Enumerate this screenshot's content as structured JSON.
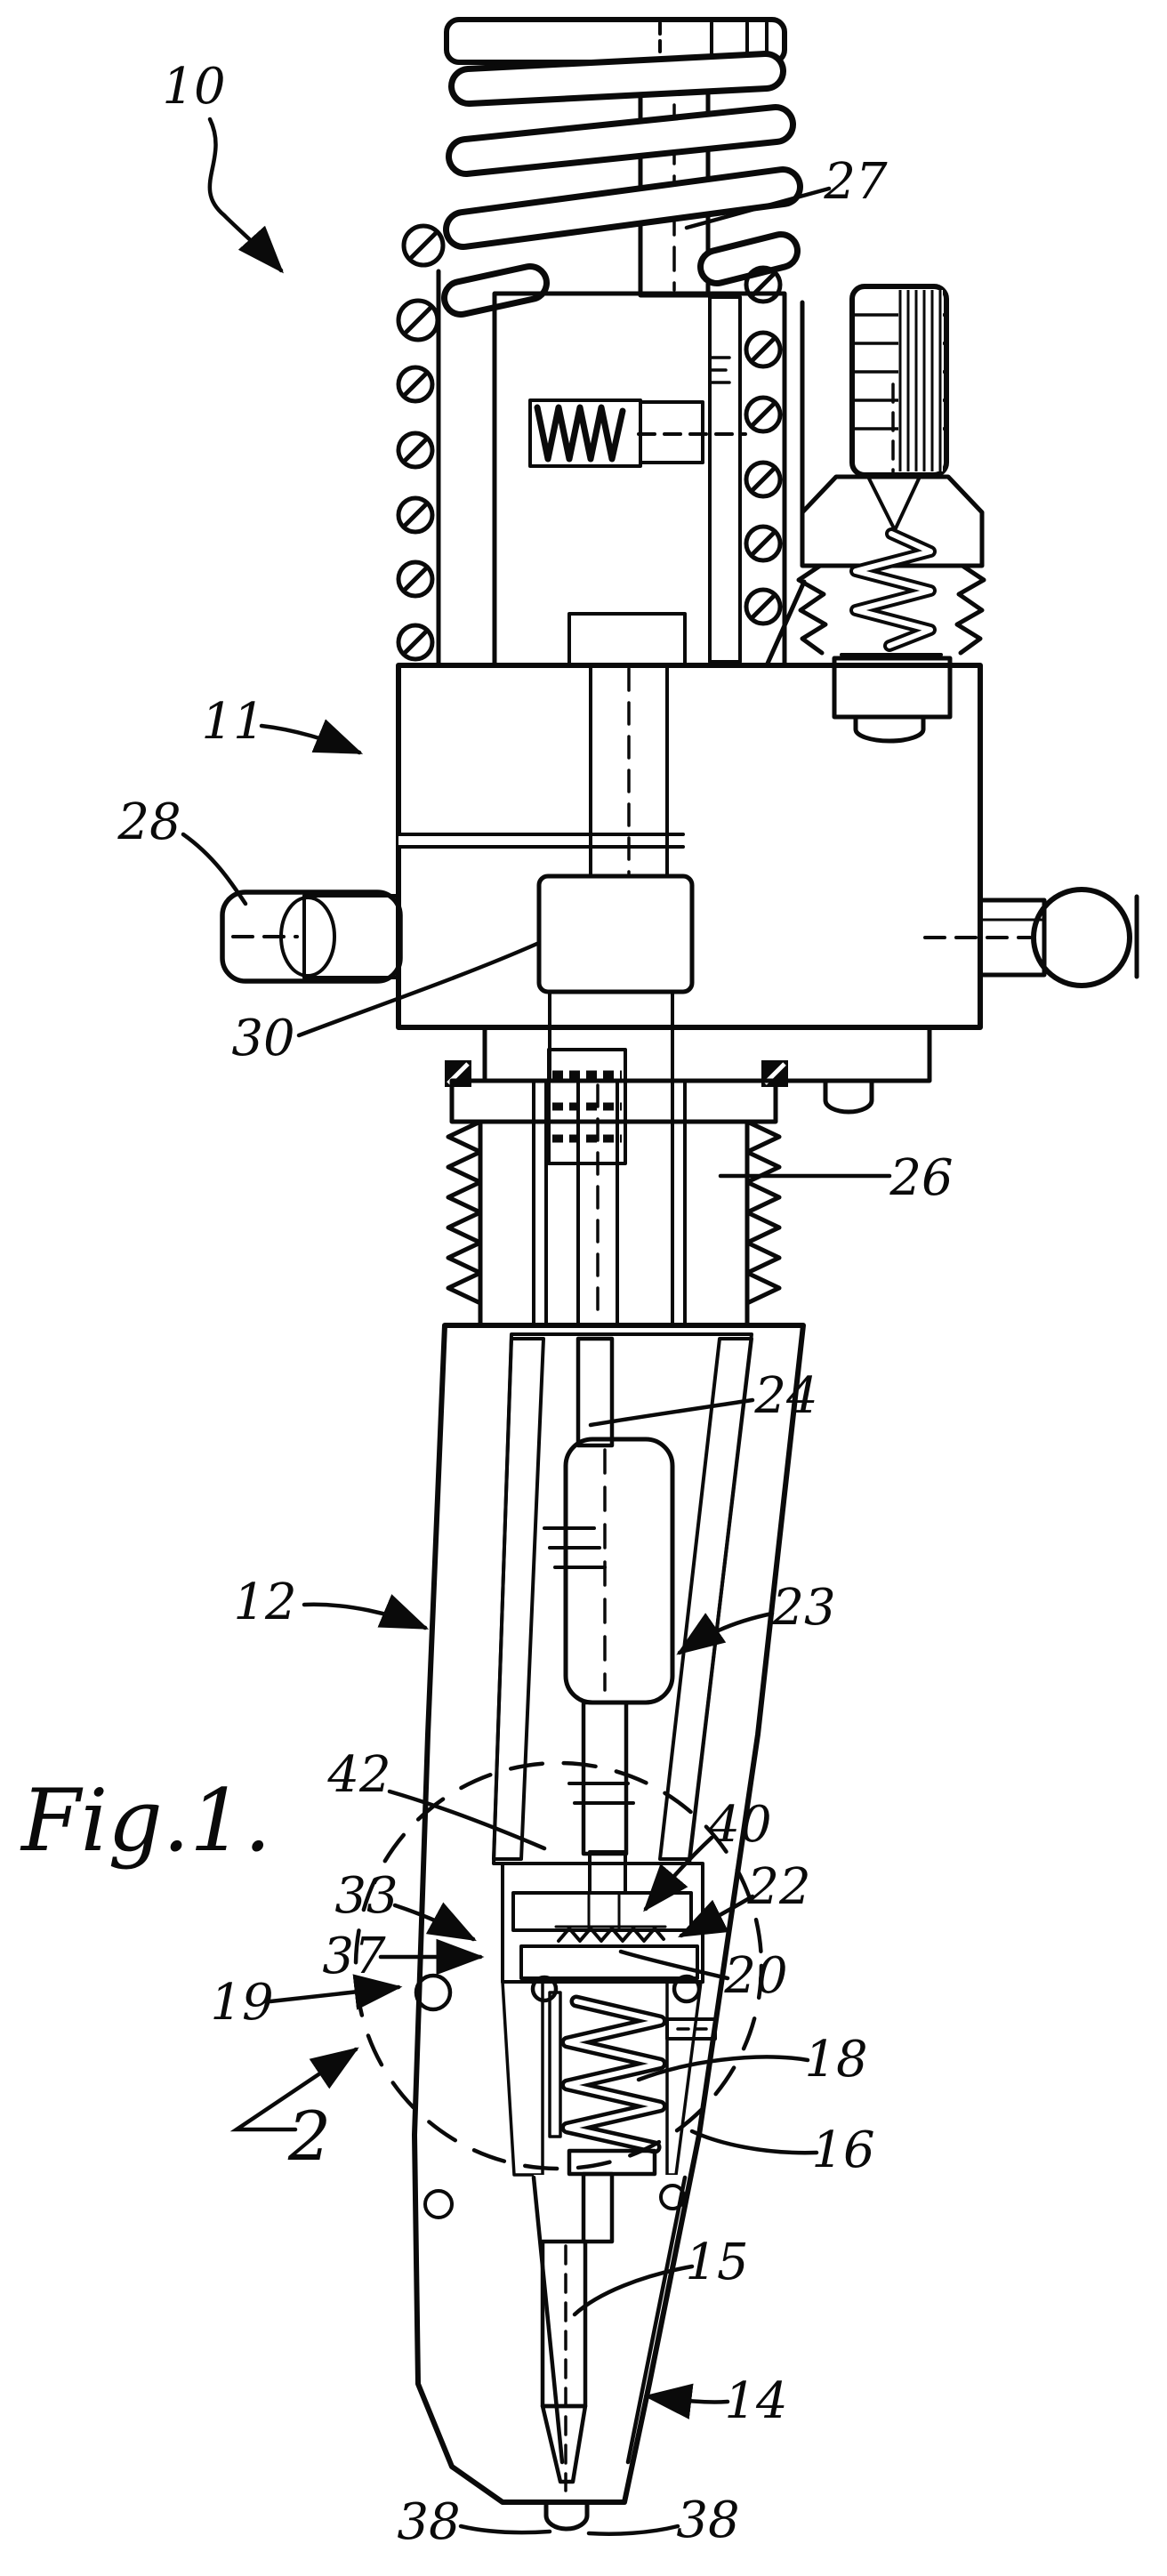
{
  "figure": {
    "caption": "Fig.1.",
    "kind": "patent line drawing, sectional view of a fuel injector",
    "colors": {
      "ink": "#0a0a0a",
      "paper": "#ffffff"
    }
  },
  "labels": {
    "n10": "10",
    "n27": "27",
    "n11": "11",
    "n28": "28",
    "n30": "30",
    "n26": "26",
    "n24": "24",
    "n12": "12",
    "n23": "23",
    "n42": "42",
    "n40": "40",
    "n22": "22",
    "n33": "33",
    "n37": "37",
    "n20": "20",
    "n19": "19",
    "n18": "18",
    "n2": "2",
    "n16": "16",
    "n15": "15",
    "n14": "14",
    "n38_left": "38",
    "n38_right": "38"
  }
}
